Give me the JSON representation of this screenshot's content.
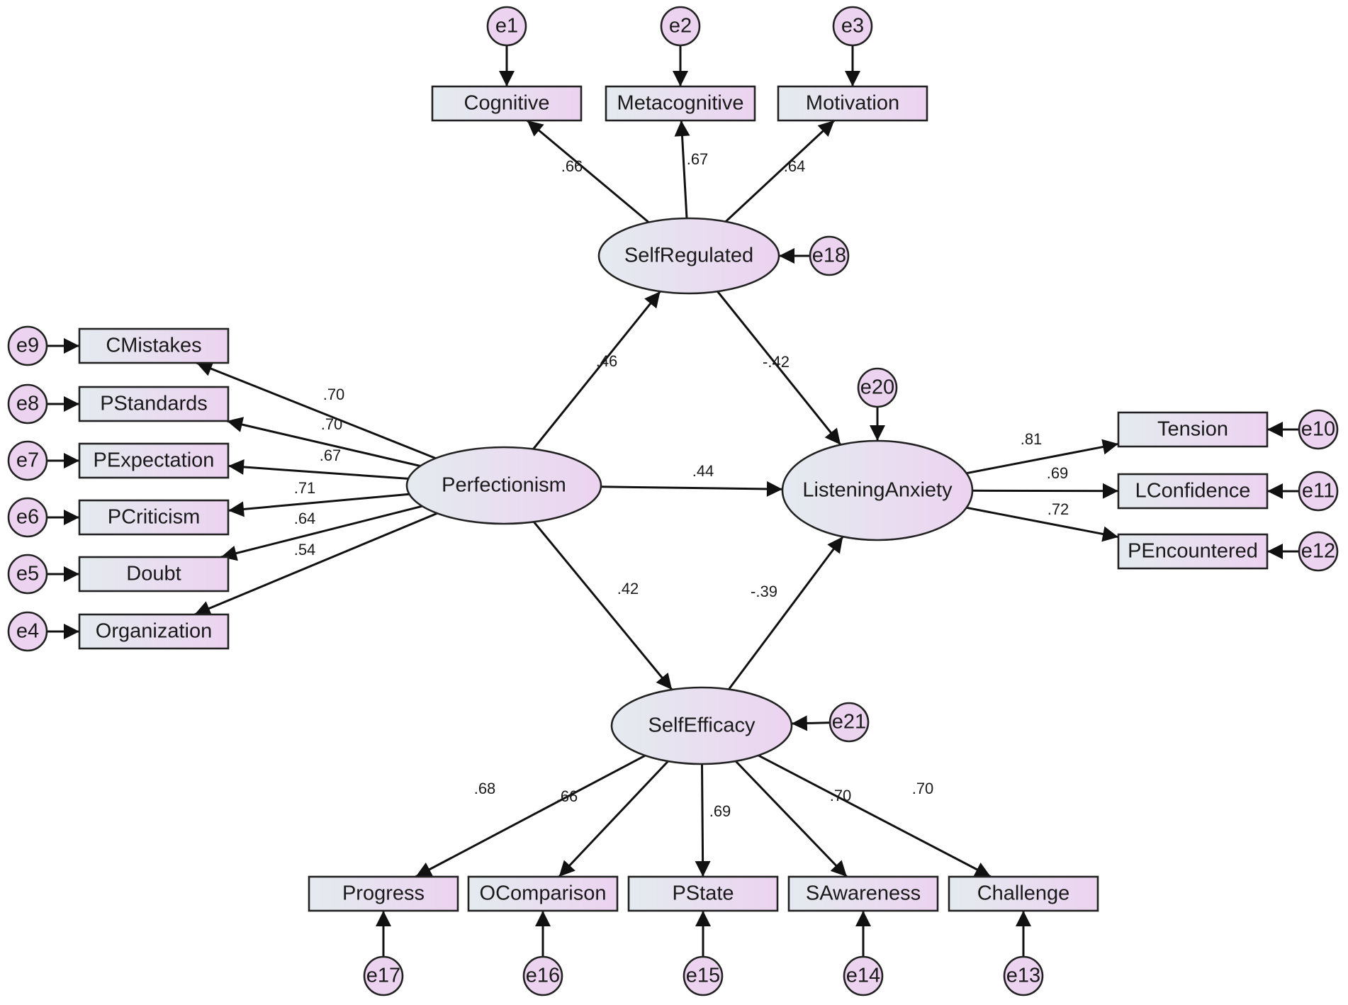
{
  "colors": {
    "fill_start": "#e4ebef",
    "fill_end": "#ecd3f0",
    "stroke": "#222222",
    "arrow": "#111111"
  },
  "latent": [
    {
      "id": "Perfectionism",
      "label": "Perfectionism"
    },
    {
      "id": "SelfRegulated",
      "label": "SelfRegulated"
    },
    {
      "id": "ListeningAnxiety",
      "label": "ListeningAnxiety"
    },
    {
      "id": "SelfEfficacy",
      "label": "SelfEfficacy"
    }
  ],
  "observed": [
    {
      "id": "Cognitive",
      "label": "Cognitive"
    },
    {
      "id": "Metacognitive",
      "label": "Metacognitive"
    },
    {
      "id": "Motivation",
      "label": "Motivation"
    },
    {
      "id": "CMistakes",
      "label": "CMistakes"
    },
    {
      "id": "PStandards",
      "label": "PStandards"
    },
    {
      "id": "PExpectation",
      "label": "PExpectation"
    },
    {
      "id": "PCriticism",
      "label": "PCriticism"
    },
    {
      "id": "Doubt",
      "label": "Doubt"
    },
    {
      "id": "Organization",
      "label": "Organization"
    },
    {
      "id": "Tension",
      "label": "Tension"
    },
    {
      "id": "LConfidence",
      "label": "LConfidence"
    },
    {
      "id": "PEncountered",
      "label": "PEncountered"
    },
    {
      "id": "Progress",
      "label": "Progress"
    },
    {
      "id": "OComparison",
      "label": "OComparison"
    },
    {
      "id": "PState",
      "label": "PState"
    },
    {
      "id": "SAwareness",
      "label": "SAwareness"
    },
    {
      "id": "Challenge",
      "label": "Challenge"
    }
  ],
  "errors": [
    {
      "id": "e1",
      "label": "e1",
      "target": "Cognitive"
    },
    {
      "id": "e2",
      "label": "e2",
      "target": "Metacognitive"
    },
    {
      "id": "e3",
      "label": "e3",
      "target": "Motivation"
    },
    {
      "id": "e9",
      "label": "e9",
      "target": "CMistakes"
    },
    {
      "id": "e8",
      "label": "e8",
      "target": "PStandards"
    },
    {
      "id": "e7",
      "label": "e7",
      "target": "PExpectation"
    },
    {
      "id": "e6",
      "label": "e6",
      "target": "PCriticism"
    },
    {
      "id": "e5",
      "label": "e5",
      "target": "Doubt"
    },
    {
      "id": "e4",
      "label": "e4",
      "target": "Organization"
    },
    {
      "id": "e10",
      "label": "e10",
      "target": "Tension"
    },
    {
      "id": "e11",
      "label": "e11",
      "target": "LConfidence"
    },
    {
      "id": "e12",
      "label": "e12",
      "target": "PEncountered"
    },
    {
      "id": "e17",
      "label": "e17",
      "target": "Progress"
    },
    {
      "id": "e16",
      "label": "e16",
      "target": "OComparison"
    },
    {
      "id": "e15",
      "label": "e15",
      "target": "PState"
    },
    {
      "id": "e14",
      "label": "e14",
      "target": "SAwareness"
    },
    {
      "id": "e13",
      "label": "e13",
      "target": "Challenge"
    },
    {
      "id": "e18",
      "label": "e18",
      "target": "SelfRegulated"
    },
    {
      "id": "e20",
      "label": "e20",
      "target": "ListeningAnxiety"
    },
    {
      "id": "e21",
      "label": "e21",
      "target": "SelfEfficacy"
    }
  ],
  "paths": [
    {
      "from": "SelfRegulated",
      "to": "Cognitive",
      "coef": ".66"
    },
    {
      "from": "SelfRegulated",
      "to": "Metacognitive",
      "coef": ".67"
    },
    {
      "from": "SelfRegulated",
      "to": "Motivation",
      "coef": ".64"
    },
    {
      "from": "Perfectionism",
      "to": "CMistakes",
      "coef": ".70"
    },
    {
      "from": "Perfectionism",
      "to": "PStandards",
      "coef": ".70"
    },
    {
      "from": "Perfectionism",
      "to": "PExpectation",
      "coef": ".67"
    },
    {
      "from": "Perfectionism",
      "to": "PCriticism",
      "coef": ".71"
    },
    {
      "from": "Perfectionism",
      "to": "Doubt",
      "coef": ".64"
    },
    {
      "from": "Perfectionism",
      "to": "Organization",
      "coef": ".54"
    },
    {
      "from": "Perfectionism",
      "to": "SelfRegulated",
      "coef": ".46"
    },
    {
      "from": "Perfectionism",
      "to": "ListeningAnxiety",
      "coef": ".44"
    },
    {
      "from": "Perfectionism",
      "to": "SelfEfficacy",
      "coef": ".42"
    },
    {
      "from": "SelfRegulated",
      "to": "ListeningAnxiety",
      "coef": "-.42"
    },
    {
      "from": "SelfEfficacy",
      "to": "ListeningAnxiety",
      "coef": "-.39"
    },
    {
      "from": "ListeningAnxiety",
      "to": "Tension",
      "coef": ".81"
    },
    {
      "from": "ListeningAnxiety",
      "to": "LConfidence",
      "coef": ".69"
    },
    {
      "from": "ListeningAnxiety",
      "to": "PEncountered",
      "coef": ".72"
    },
    {
      "from": "SelfEfficacy",
      "to": "Progress",
      "coef": ".68"
    },
    {
      "from": "SelfEfficacy",
      "to": "OComparison",
      "coef": ".66"
    },
    {
      "from": "SelfEfficacy",
      "to": "PState",
      "coef": ".69"
    },
    {
      "from": "SelfEfficacy",
      "to": "SAwareness",
      "coef": ".70"
    },
    {
      "from": "SelfEfficacy",
      "to": "Challenge",
      "coef": ".70"
    }
  ]
}
